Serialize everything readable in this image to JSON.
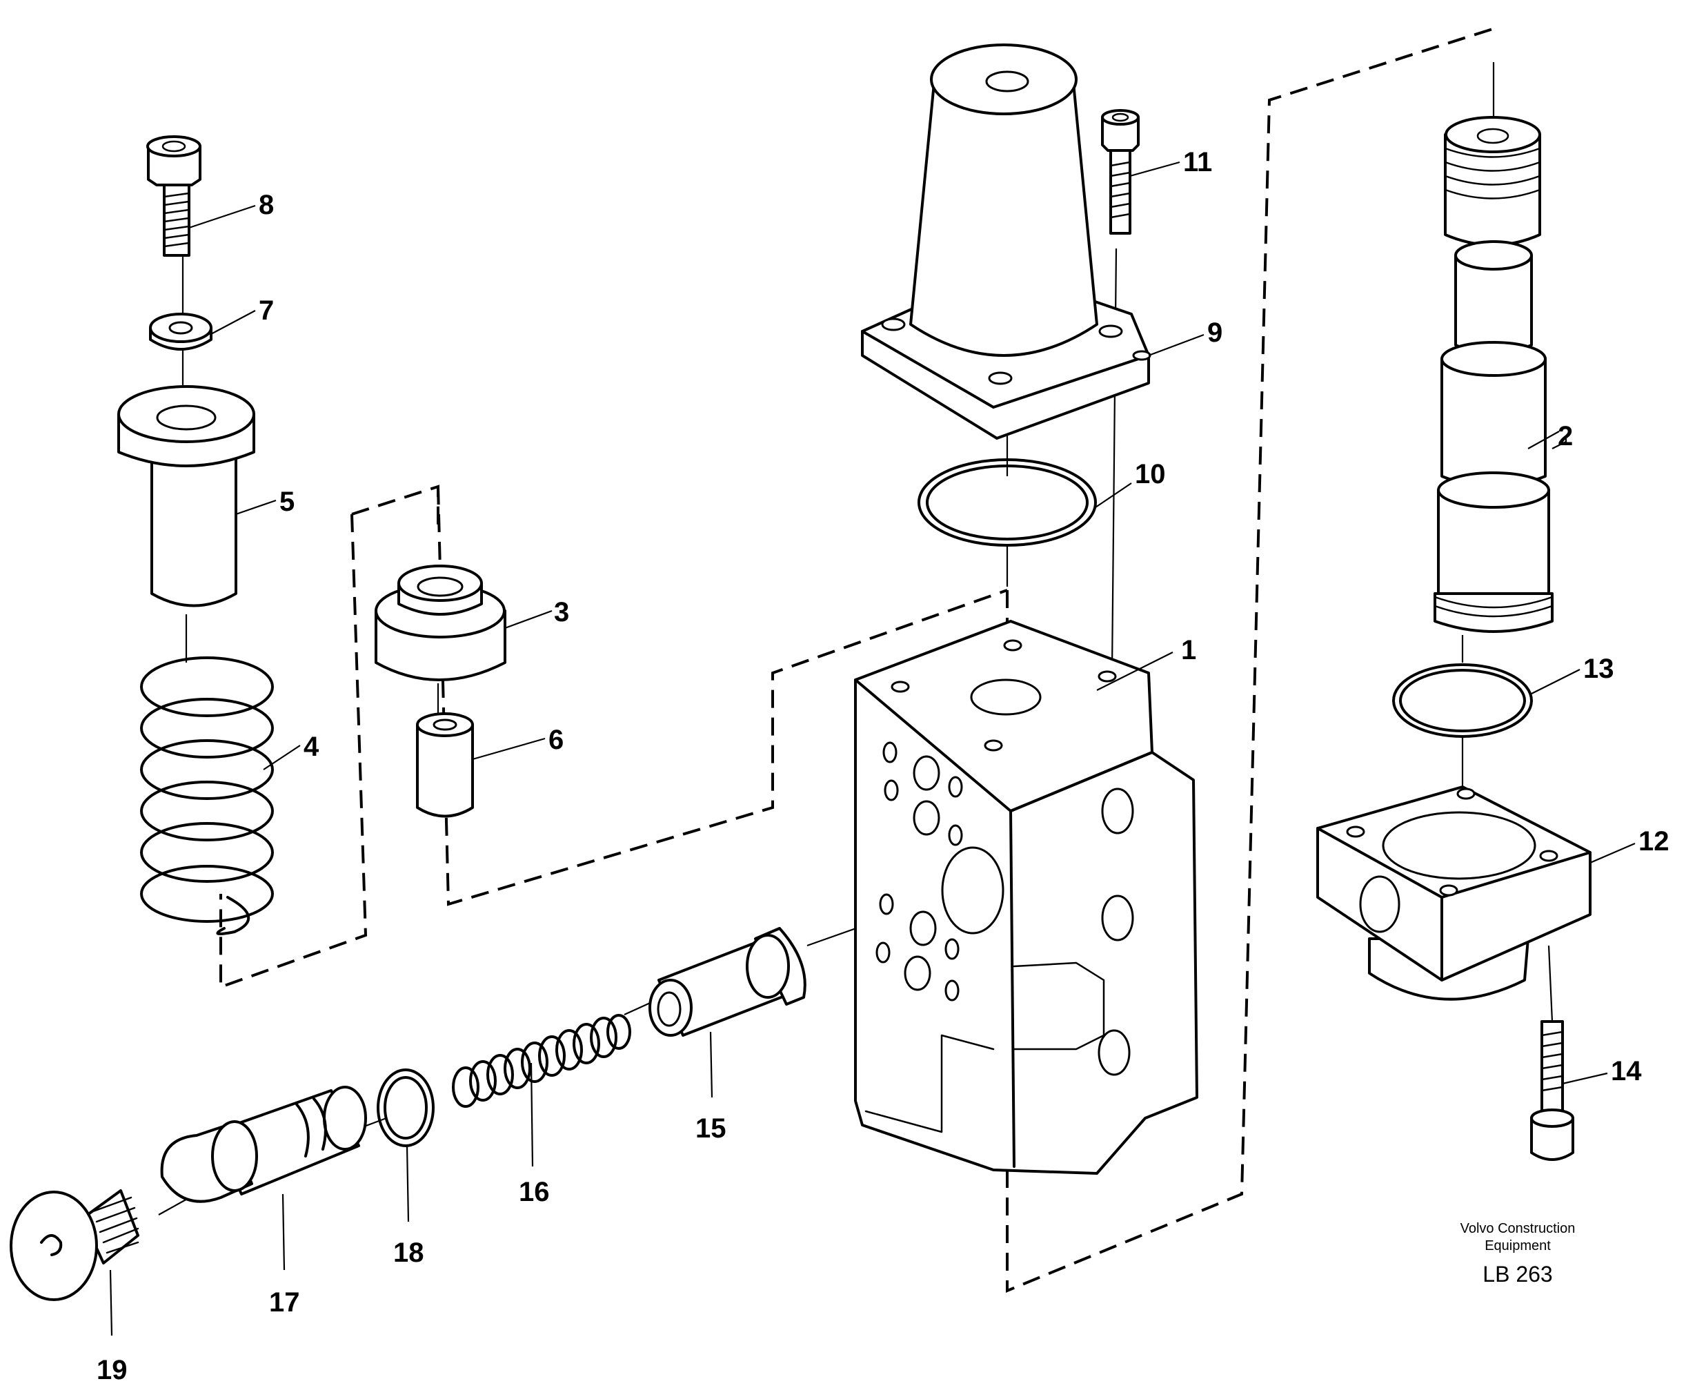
{
  "callouts": [
    {
      "id": "1",
      "text": "1"
    },
    {
      "id": "2",
      "text": "2"
    },
    {
      "id": "3",
      "text": "3"
    },
    {
      "id": "4",
      "text": "4"
    },
    {
      "id": "5",
      "text": "5"
    },
    {
      "id": "6",
      "text": "6"
    },
    {
      "id": "7",
      "text": "7"
    },
    {
      "id": "8",
      "text": "8"
    },
    {
      "id": "9",
      "text": "9"
    },
    {
      "id": "10",
      "text": "10"
    },
    {
      "id": "11",
      "text": "11"
    },
    {
      "id": "12",
      "text": "12"
    },
    {
      "id": "13",
      "text": "13"
    },
    {
      "id": "14",
      "text": "14"
    },
    {
      "id": "15",
      "text": "15"
    },
    {
      "id": "16",
      "text": "16"
    },
    {
      "id": "17",
      "text": "17"
    },
    {
      "id": "18",
      "text": "18"
    },
    {
      "id": "19",
      "text": "19"
    }
  ],
  "credit": {
    "line1": "Volvo Construction",
    "line2": "Equipment",
    "code": "LB 263"
  }
}
